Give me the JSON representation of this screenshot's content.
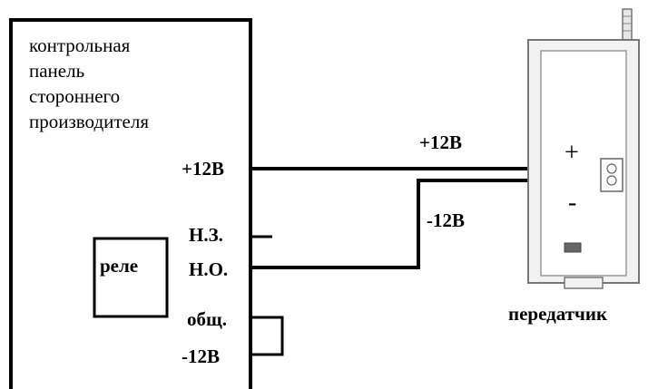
{
  "panel": {
    "title_lines": [
      "контрольная",
      "панель",
      "стороннего",
      "производителя"
    ],
    "terminals": {
      "plus12": "+12В",
      "nc": "Н.З.",
      "no": "Н.О.",
      "common": "общ.",
      "minus12": "-12В"
    },
    "relay_label": "реле"
  },
  "wires": {
    "plus_label": "+12В",
    "minus_label": "-12В"
  },
  "transmitter": {
    "plus_mark": "+",
    "minus_mark": "-",
    "label": "передатчик"
  }
}
